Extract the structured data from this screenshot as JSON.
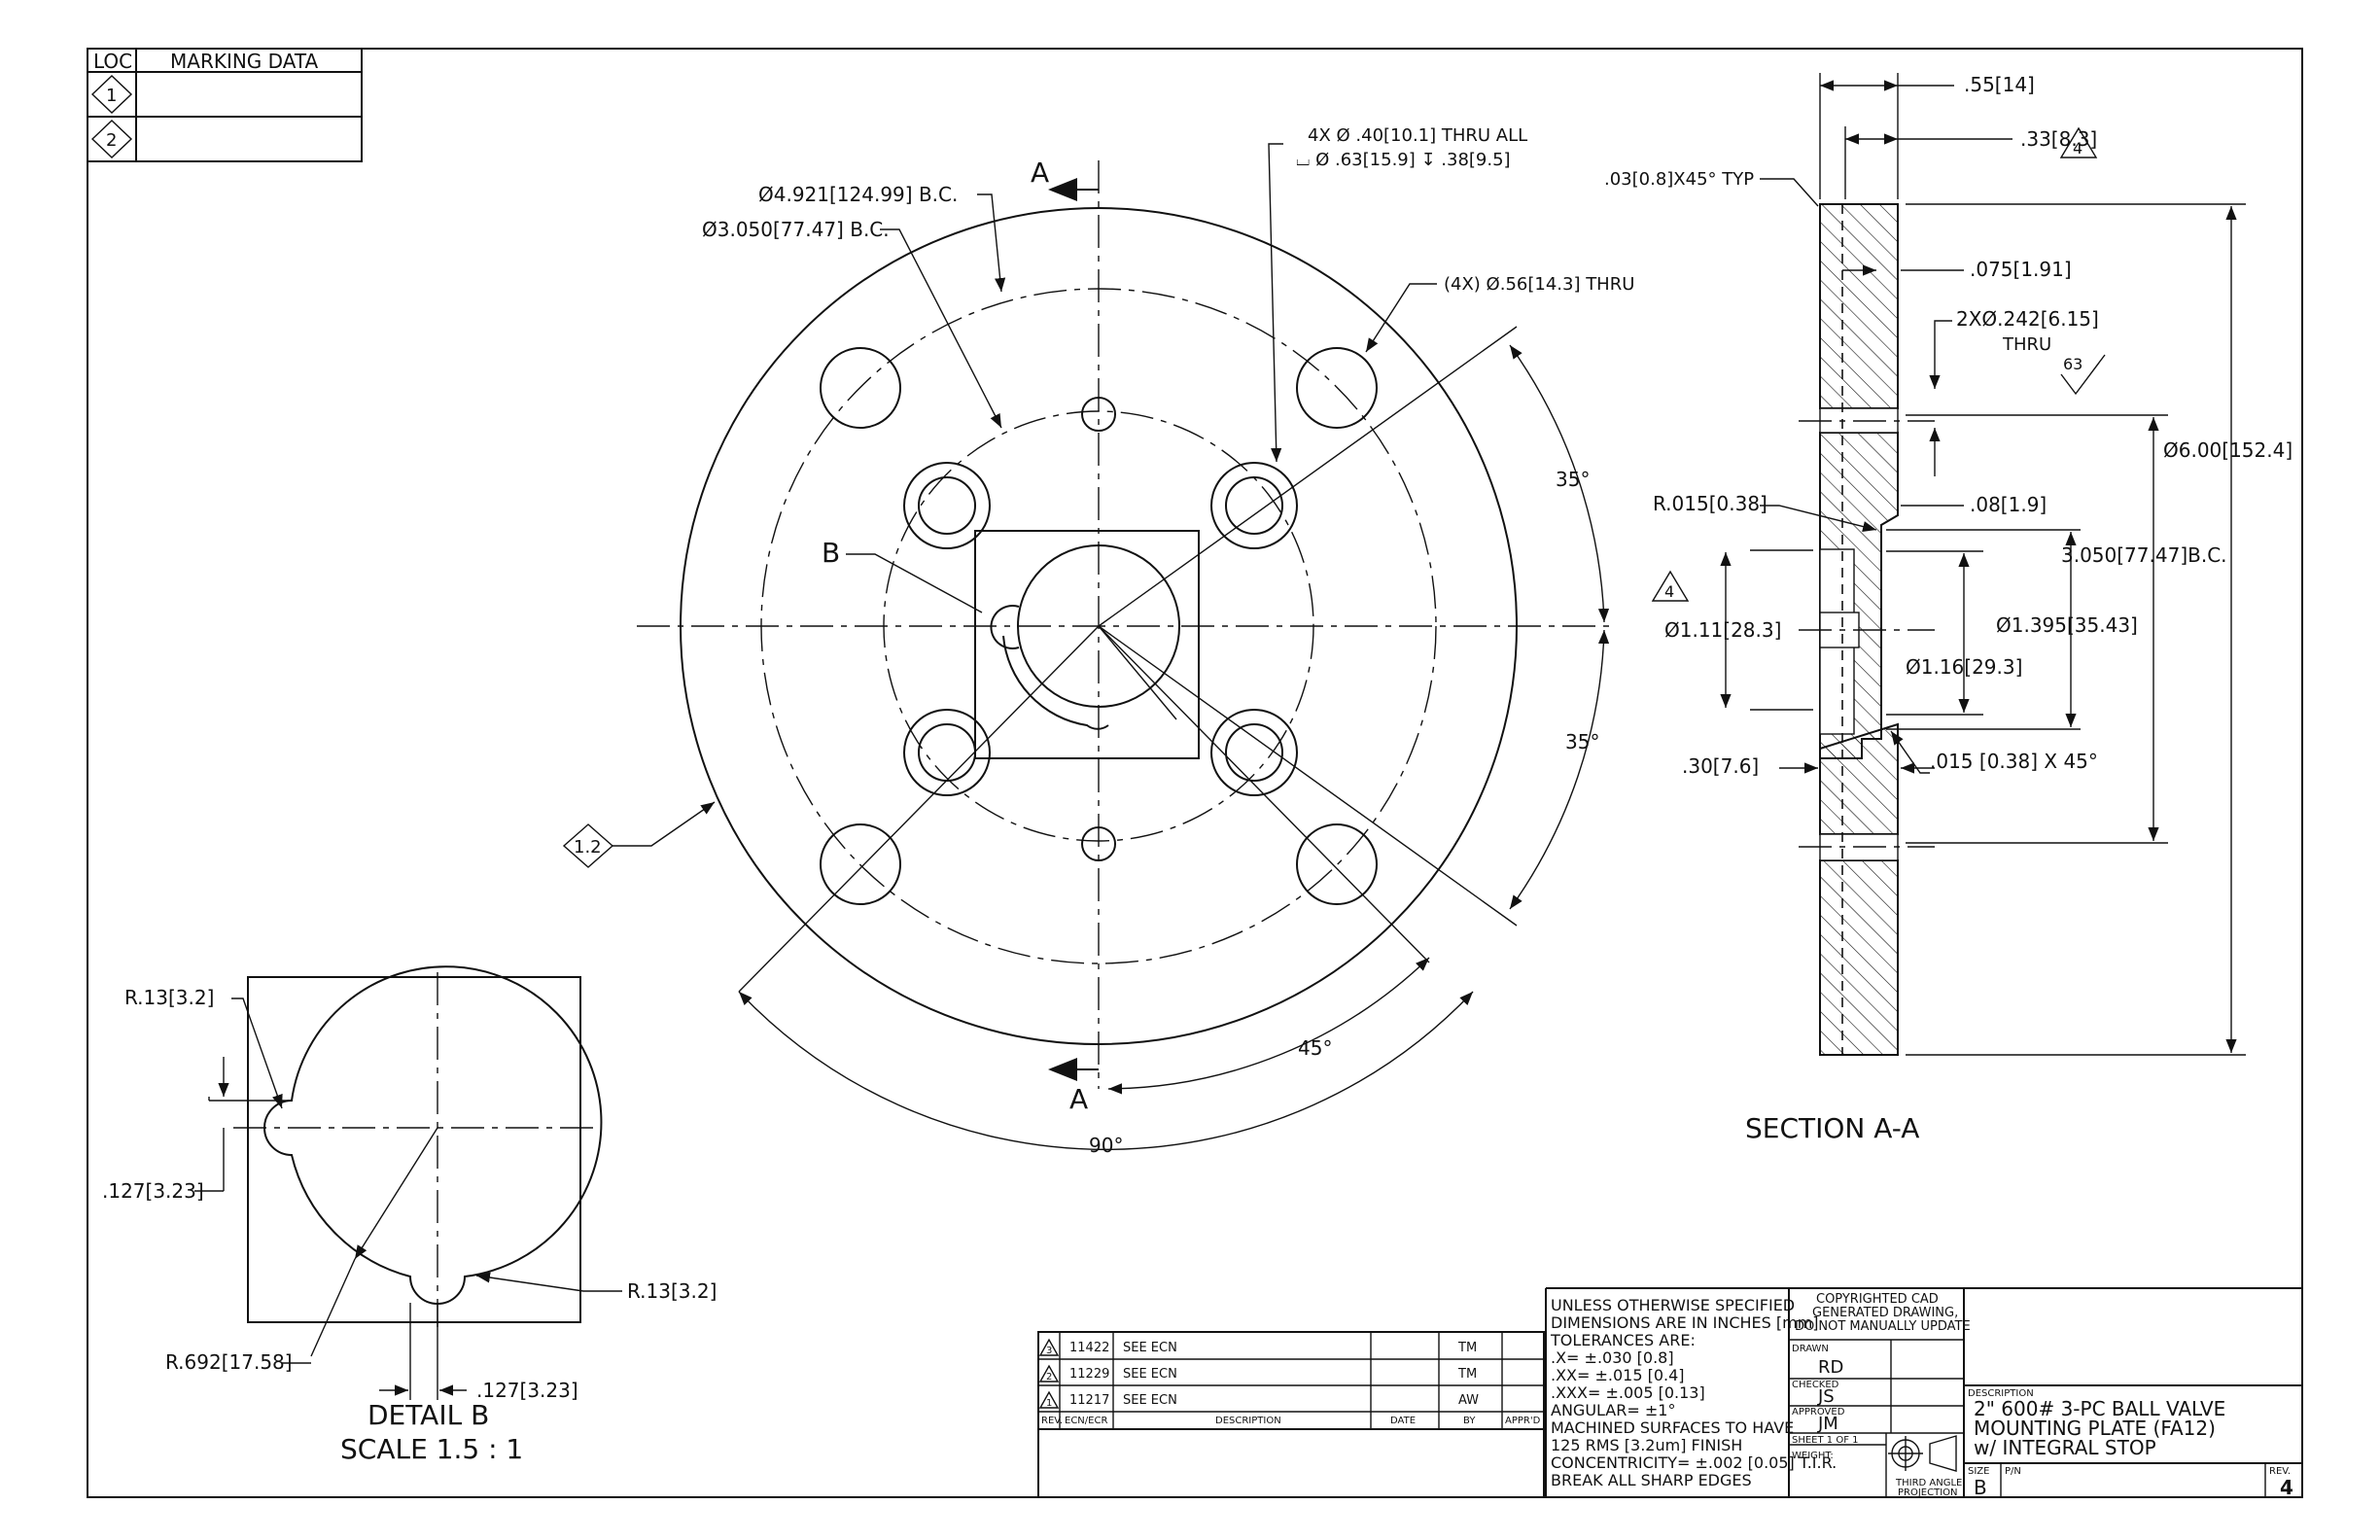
{
  "marking_table": {
    "header_loc": "LOC",
    "header_data": "MARKING DATA",
    "row1_loc": "1",
    "row2_loc": "2"
  },
  "front_view": {
    "bc_outer": "Ø4.921[124.99] B.C.",
    "bc_inner": "Ø3.050[77.47] B.C.",
    "hole_note_1": "4X Ø .40[10.1] THRU ALL",
    "hole_note_2": "⌴ Ø .63[15.9] ↧ .38[9.5]",
    "outer_holes": "(4X) Ø.56[14.3] THRU",
    "angle_1": "35°",
    "angle_2": "35°",
    "angle_3": "45°",
    "angle_4": "90°",
    "section_cut_top": "A",
    "section_cut_bottom": "A",
    "detail_callout": "B",
    "marking_callout": "1.2"
  },
  "section_view": {
    "title": "SECTION A-A",
    "dim_55": ".55[14]",
    "dim_33": ".33[8.3]",
    "chamfer_typ": ".03[0.8]X45° TYP",
    "dim_075": ".075[1.91]",
    "hole_2x": "2XØ.242[6.15]",
    "hole_thru": "THRU",
    "finish": "63",
    "dia_600": "Ø6.00[152.4]",
    "radius_015": "R.015[0.38]",
    "dim_08": ".08[1.9]",
    "bc_3050": "3.050[77.47]B.C.",
    "dia_111": "Ø1.11[28.3]",
    "dia_1395": "Ø1.395[35.43]",
    "dia_116": "Ø1.16[29.3]",
    "dim_30": ".30[7.6]",
    "chamfer_015": ".015 [0.38] X 45°",
    "rev_flag_1": "4",
    "rev_flag_2": "4"
  },
  "detail_view": {
    "title_1": "DETAIL B",
    "title_2": "SCALE 1.5 : 1",
    "r13_top": "R.13[3.2]",
    "dim_127_left": ".127[3.23]",
    "r13_right": "R.13[3.2]",
    "r692": "R.692[17.58]",
    "dim_127_bottom": ".127[3.23]"
  },
  "revision_table": {
    "rows": [
      {
        "rev": "3",
        "ecn": "11422",
        "desc": "SEE ECN",
        "by": "TM"
      },
      {
        "rev": "2",
        "ecn": "11229",
        "desc": "SEE ECN",
        "by": "TM"
      },
      {
        "rev": "1",
        "ecn": "11217",
        "desc": "SEE ECN",
        "by": "AW"
      }
    ],
    "header_rev": "REV.",
    "header_ecn": "ECN/ECR",
    "header_desc": "DESCRIPTION",
    "header_date": "DATE",
    "header_by": "BY",
    "header_appd": "APPR'D"
  },
  "notes": {
    "lines": [
      "UNLESS OTHERWISE SPECIFIED",
      "DIMENSIONS ARE IN INCHES [mm]",
      "TOLERANCES ARE:",
      ".X= ±.030 [0.8]",
      ".XX= ±.015 [0.4]",
      ".XXX= ±.005 [0.13]",
      "ANGULAR= ±1°",
      "MACHINED SURFACES TO HAVE",
      "125 RMS [3.2um] FINISH",
      "CONCENTRICITY= ±.002 [0.05] T.I.R.",
      "BREAK ALL SHARP EDGES"
    ]
  },
  "title_block": {
    "copyright_1": "COPYRIGHTED CAD",
    "copyright_2": "GENERATED DRAWING,",
    "copyright_3": "DO NOT MANUALLY UPDATE",
    "drawn_label": "DRAWN",
    "drawn": "RD",
    "checked_label": "CHECKED",
    "checked": "JS",
    "approved_label": "APPROVED",
    "approved": "JM",
    "sheet": "SHEET 1 OF 1",
    "weight_label": "WEIGHT:",
    "projection_1": "THIRD ANGLE",
    "projection_2": "PROJECTION",
    "description_label": "DESCRIPTION",
    "description_1": "2\" 600# 3-PC BALL VALVE",
    "description_2": "MOUNTING PLATE (FA12)",
    "description_3": "w/ INTEGRAL STOP",
    "size_label": "SIZE",
    "size": "B",
    "pn_label": "P/N",
    "rev_label": "REV.",
    "rev": "4"
  }
}
